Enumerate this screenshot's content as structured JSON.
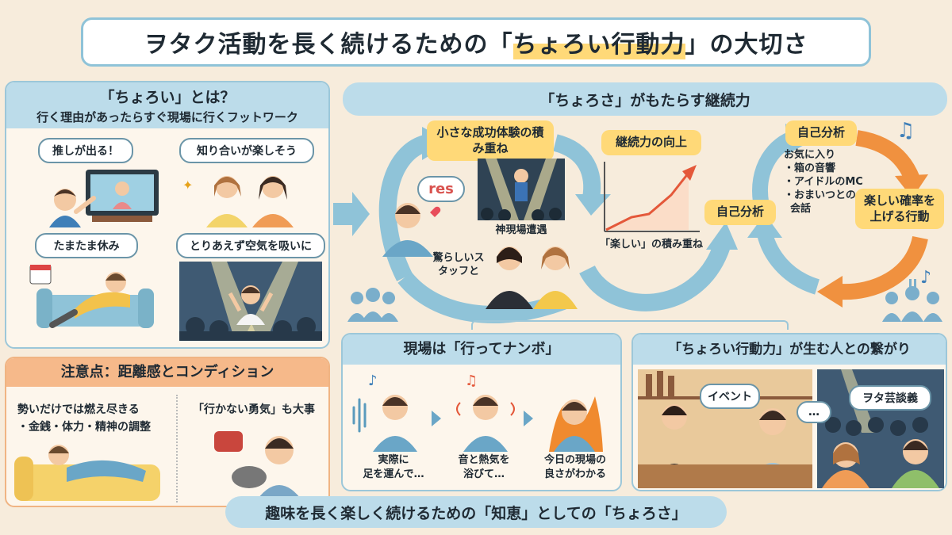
{
  "title": {
    "pre": "ヲタク活動を長く続けるための「",
    "highlight": "ちょろい行動力",
    "post": "」の大切さ"
  },
  "choroi": {
    "heading": "「ちょろい」とは？",
    "subheading": "行く理由があったらすぐ現場に行くフットワーク",
    "cards": [
      {
        "label": "推しが出る！"
      },
      {
        "label": "知り合いが楽しそう"
      },
      {
        "label": "たまたま休み"
      },
      {
        "label": "とりあえず空気を吸いに"
      }
    ]
  },
  "caution": {
    "heading": "注意点：距離感とコンディション",
    "left_line1": "勢いだけでは燃え尽きる",
    "left_line2": "・金銭・体力・精神の調整",
    "right_title": "「行かない勇気」も大事"
  },
  "continuity": {
    "heading": "「ちょろさ」がもたらす継続力",
    "success_label": "小さな成功体験の積み重ね",
    "res_bubble": "res",
    "encounter_caption": "神現場遭遇",
    "staff_caption": "驚らしいスタッフと",
    "growth_label": "継続力の向上",
    "graph_caption": "「楽しい」の積み重ね",
    "self_analysis_top": "自己分析",
    "self_analysis_left": "自己分析",
    "analysis_items": [
      "お気に入り",
      "・箱の音響",
      "・アイドルのMC",
      "・おまいつとの",
      "会話"
    ],
    "probability_label": "楽しい確率を上げる行動"
  },
  "genba": {
    "heading": "現場は「行ってナンボ」",
    "steps": [
      {
        "line1": "実際に",
        "line2": "足を運んで…"
      },
      {
        "line1": "音と熱気を",
        "line2": "浴びて…"
      },
      {
        "line1": "今日の現場の",
        "line2": "良さがわかる"
      }
    ]
  },
  "connections": {
    "heading": "「ちょろい行動力」が生む人との繋がり",
    "bubble_event": "イベント",
    "bubble_dots": "…",
    "bubble_talk": "ヲタ芸談義"
  },
  "footer": "趣味を長く楽しく続けるための「知恵」としての「ちょろさ」",
  "colors": {
    "accent_blue": "#8fc3d8",
    "header_blue": "#bcdcea",
    "highlight_yellow": "#ffd978",
    "caution_orange": "#f6b98a",
    "arrow_blue": "#6fb0cc",
    "arrow_orange": "#f0913f",
    "background": "#f7ecdc"
  },
  "icons": [
    "tv-icon",
    "calendar-icon",
    "sofa-icon",
    "spotlight-icon",
    "music-note-icon",
    "heart-icon",
    "wallet-icon",
    "flame-icon",
    "sound-wave-icon",
    "bottle-icon"
  ]
}
